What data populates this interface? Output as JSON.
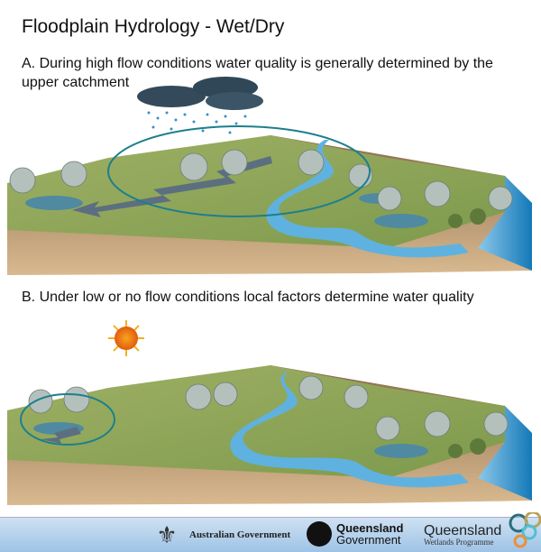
{
  "title": "Floodplain Hydrology - Wet/Dry",
  "panel_a": {
    "caption": "A. During high flow conditions water quality is generally determined by the upper catchment"
  },
  "panel_b": {
    "caption": "B. Under low or no flow conditions local factors determine water quality"
  },
  "footer": {
    "australian_government": "Australian Government",
    "queensland_government_line1": "Queensland",
    "queensland_government_line2": "Government",
    "wetlands_line1": "Queensland",
    "wetlands_line2": "Wetlands Programme"
  },
  "colors": {
    "land": "#8fa55a",
    "soil": "#c9a77c",
    "water": "#5aaed8",
    "ring": "#1d7f8c",
    "tree": "#b4c0bc"
  }
}
